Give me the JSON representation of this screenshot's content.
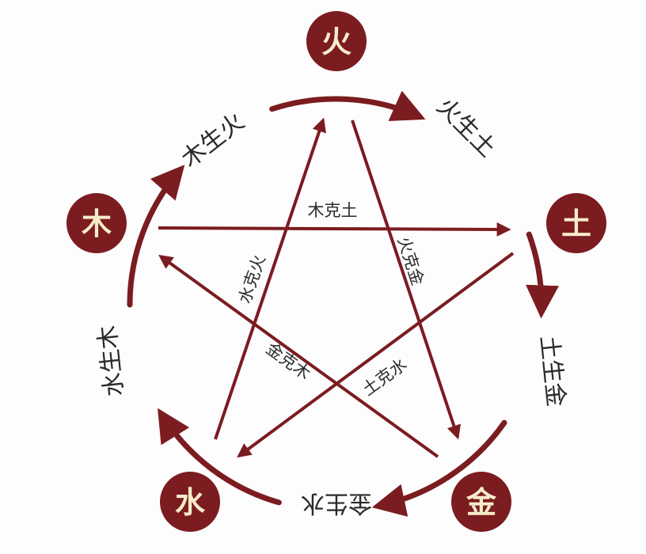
{
  "colors": {
    "accent": "#7b1c20",
    "node_text": "#f6ecc9",
    "label_text": "#2a2a2a",
    "background": "#fdfdfd"
  },
  "elements": {
    "fire": "火",
    "earth": "土",
    "metal": "金",
    "water": "水",
    "wood": "木"
  },
  "generating": {
    "wood_fire": "木生火",
    "fire_earth": "火生土",
    "earth_metal": "土生金",
    "metal_water": "金生水",
    "water_wood": "水生木"
  },
  "overcoming": {
    "wood_earth": "木克土",
    "fire_metal": "火克金",
    "earth_water": "土克水",
    "metal_wood": "金克木",
    "water_fire": "水克火"
  }
}
